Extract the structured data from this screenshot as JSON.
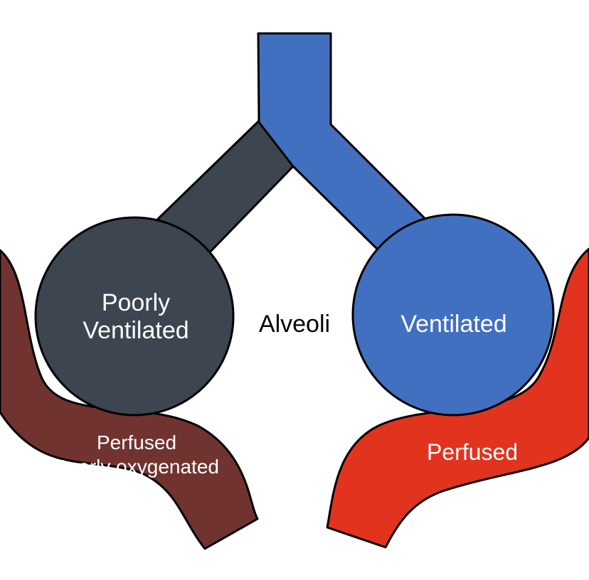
{
  "colors": {
    "ventilated_blue": "#4270c0",
    "poorly_ventilated_slate": "#3c4550",
    "perfused_red": "#e2331f",
    "poorly_oxygenated_brown": "#713330",
    "outline": "#000000"
  },
  "labels": {
    "alveoli": "Alveoli",
    "left_alveolus_line1": "Poorly",
    "left_alveolus_line2": "Ventilated",
    "right_alveolus": "Ventilated",
    "left_vessel_line1": "Perfused",
    "left_vessel_line2": "Poorly oxygenated",
    "right_vessel": "Perfused"
  }
}
